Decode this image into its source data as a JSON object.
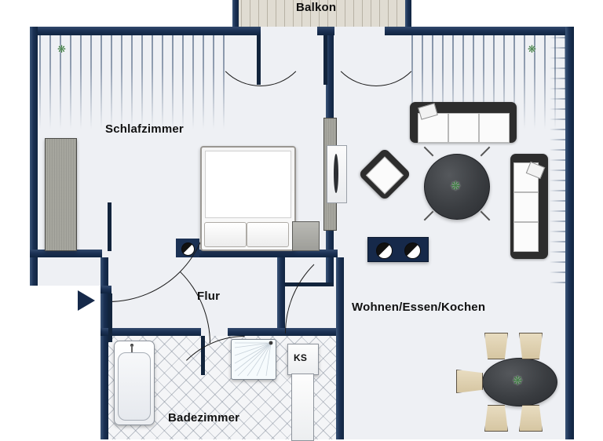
{
  "plan": {
    "type": "apartment-floor-plan",
    "style": "2d-furnished",
    "wall_color": "#1b3154",
    "floor_color": "#eef0f4",
    "balcony_floor_color": "#e0dcd2",
    "tile_floor_color": "#f4f5f7",
    "label_color": "#111111"
  },
  "rooms": [
    {
      "id": "balkon",
      "label": "Balkon"
    },
    {
      "id": "schlafzimmer",
      "label": "Schlafzimmer"
    },
    {
      "id": "wohnen",
      "label": "Wohnen/Essen/Kochen"
    },
    {
      "id": "flur",
      "label": "Flur"
    },
    {
      "id": "badezimmer",
      "label": "Badezimmer"
    }
  ],
  "annotations": {
    "fridge_label": "KS"
  },
  "icons": {
    "entrance_arrow": "entrance-arrow-icon",
    "plant": "plant-icon",
    "burner": "stove-burner-icon"
  },
  "furniture": {
    "bedroom": [
      "wardrobe",
      "double-bed",
      "pillow-left",
      "pillow-right",
      "nightstand"
    ],
    "living": [
      "sofa-top",
      "sofa-right",
      "armchair",
      "round-coffee-table",
      "tv-console",
      "stovetop"
    ],
    "dining": [
      "oval-dining-table",
      "chair-top-left",
      "chair-top-right",
      "chair-left",
      "chair-bottom-left",
      "chair-bottom-right"
    ],
    "bathroom": [
      "bathtub",
      "shower-tray",
      "fridge-unit",
      "tall-cabinet"
    ]
  }
}
